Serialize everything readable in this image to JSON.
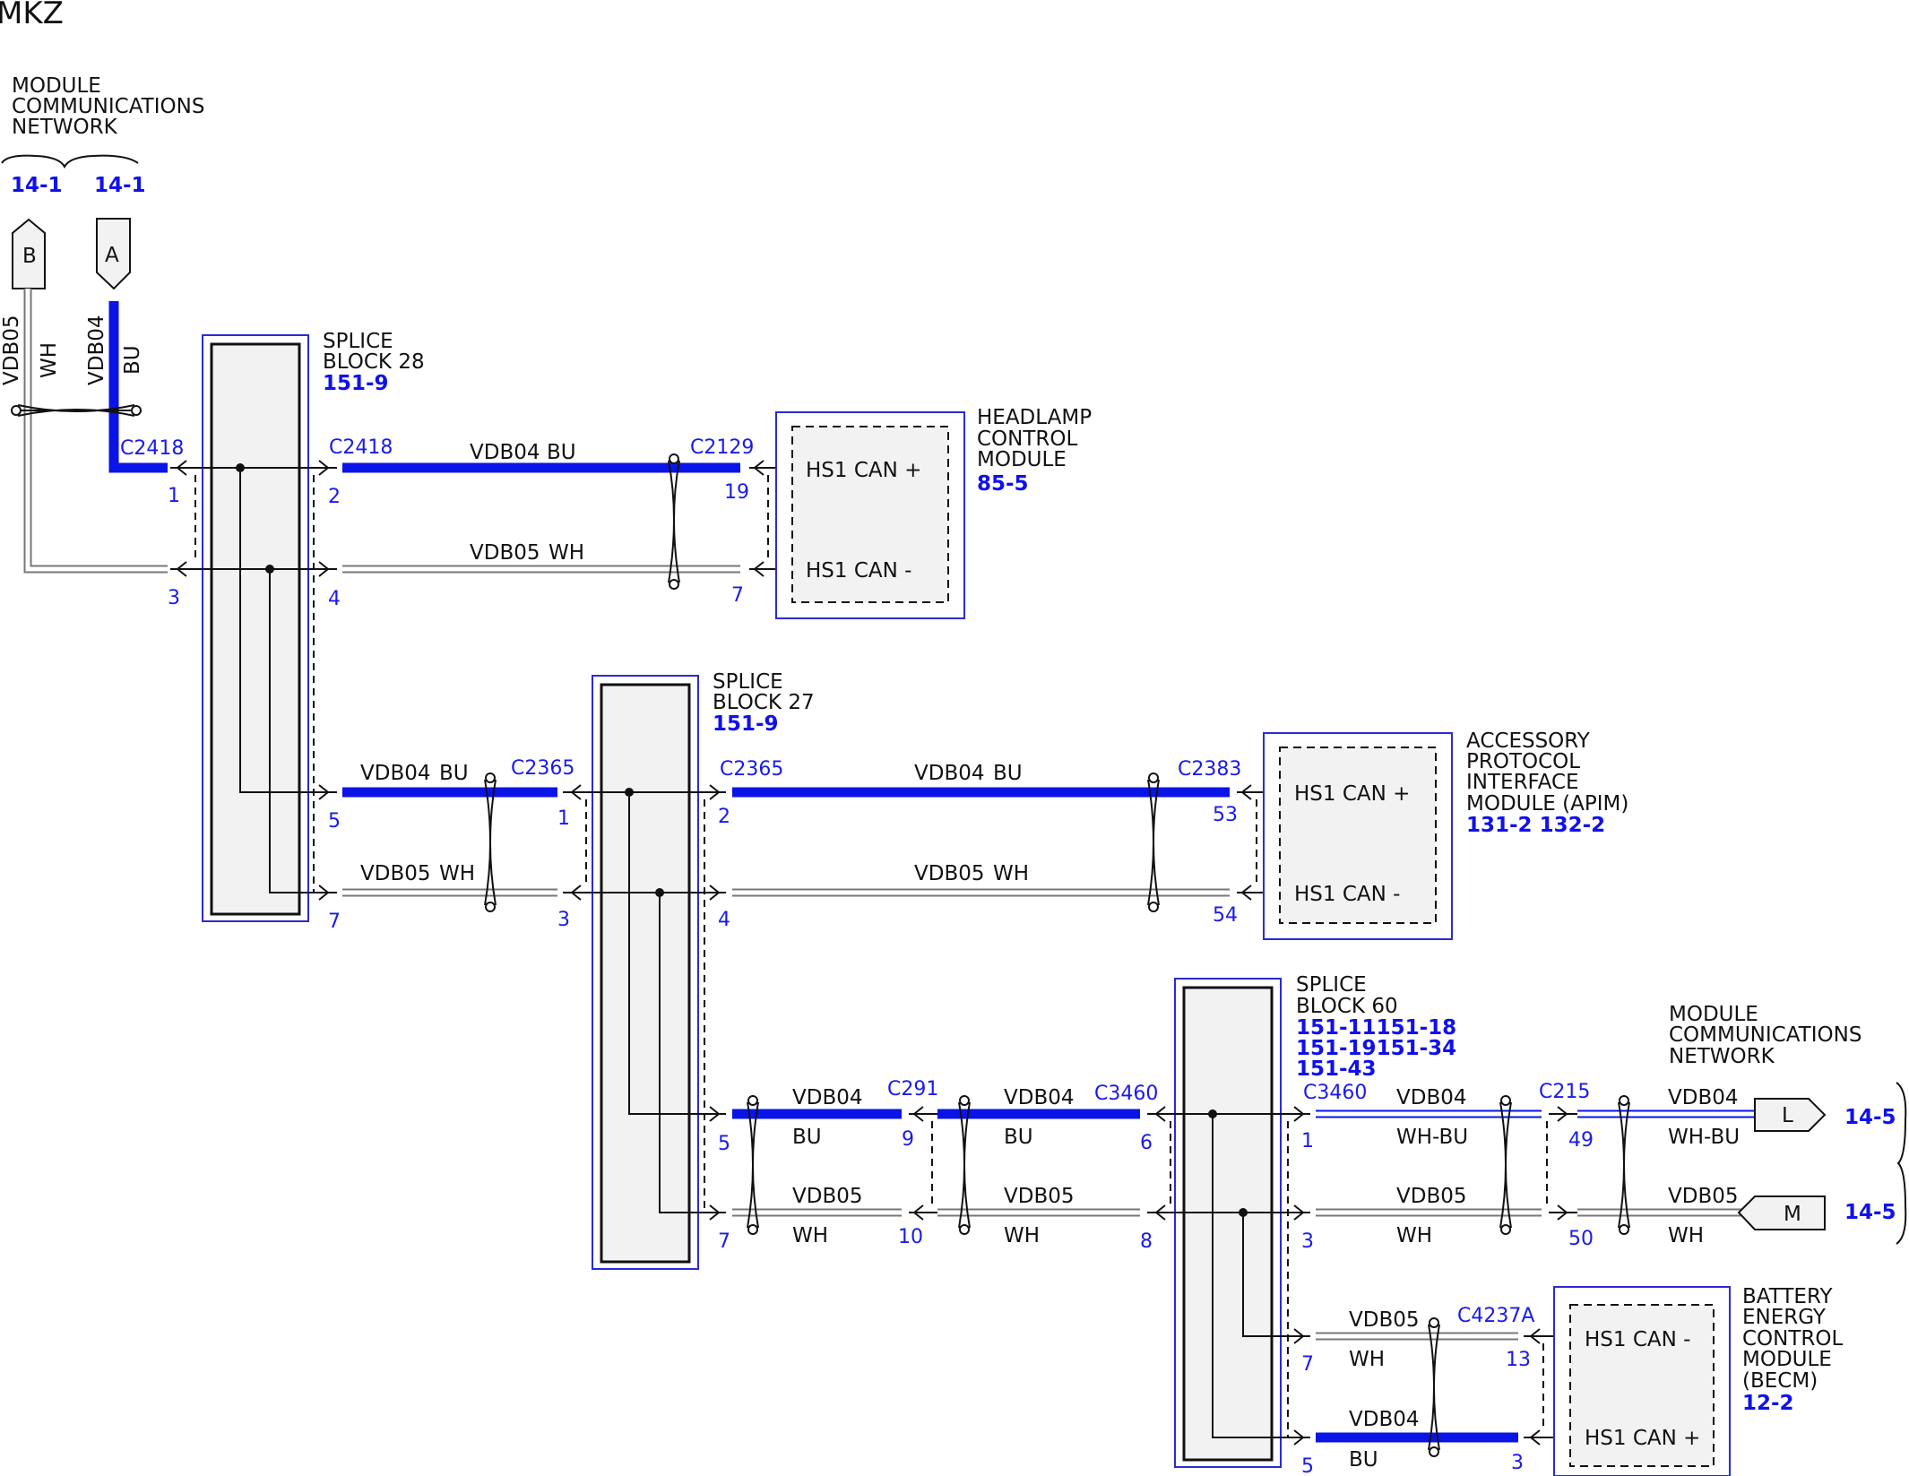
{
  "title": "MKZ",
  "network_top": {
    "label_lines": [
      "MODULE",
      "COMMUNICATIONS",
      "NETWORK"
    ],
    "refs": [
      "14-1",
      "14-1"
    ],
    "flags": [
      "B",
      "A"
    ]
  },
  "network_right": {
    "label_lines": [
      "MODULE",
      "COMMUNICATIONS",
      "NETWORK"
    ],
    "refs": [
      "14-5",
      "14-5"
    ],
    "flags": [
      "L",
      "M"
    ]
  },
  "splice_blocks": [
    {
      "lines": [
        "SPLICE",
        "BLOCK 28"
      ],
      "refs": [
        "151-9"
      ]
    },
    {
      "lines": [
        "SPLICE",
        "BLOCK 27"
      ],
      "refs": [
        "151-9"
      ]
    },
    {
      "lines": [
        "SPLICE",
        "BLOCK 60"
      ],
      "refs": [
        "151-11151-18",
        "151-19151-34",
        "151-43"
      ]
    }
  ],
  "modules": [
    {
      "lines": [
        "HEADLAMP",
        "CONTROL",
        "MODULE"
      ],
      "ref": "85-5",
      "pins": [
        "HS1 CAN +",
        "HS1 CAN -"
      ]
    },
    {
      "lines": [
        "ACCESSORY",
        "PROTOCOL",
        "INTERFACE",
        "MODULE (APIM)"
      ],
      "ref": "131-2 132-2",
      "pins": [
        "HS1 CAN +",
        "HS1 CAN -"
      ]
    },
    {
      "lines": [
        "BATTERY",
        "ENERGY",
        "CONTROL",
        "MODULE",
        "(BECM)"
      ],
      "ref": "12-2",
      "pins": [
        "HS1 CAN -",
        "HS1 CAN +"
      ]
    }
  ],
  "connectors": [
    "C2418",
    "C2418",
    "C2129",
    "C2365",
    "C2365",
    "C2383",
    "C291",
    "C3460",
    "C3460",
    "C215",
    "C4237A"
  ],
  "pins": {
    "sb28_left": [
      "1",
      "3"
    ],
    "sb28_right": [
      "2",
      "4",
      "5",
      "7"
    ],
    "headlamp": [
      "19",
      "7"
    ],
    "sb27_left": [
      "1",
      "3"
    ],
    "sb27_right": [
      "2",
      "4",
      "5",
      "7"
    ],
    "apim": [
      "53",
      "54"
    ],
    "c291": [
      "9",
      "10"
    ],
    "c3460_left": [
      "6",
      "8"
    ],
    "sb60_right": [
      "1",
      "3",
      "7",
      "5"
    ],
    "c215": [
      "49",
      "50"
    ],
    "becm": [
      "13",
      "3"
    ]
  },
  "wire_labels": {
    "vdb04": "VDB04",
    "vdb05": "VDB05",
    "bu": "BU",
    "wh": "WH",
    "whbu": "WH-BU"
  }
}
